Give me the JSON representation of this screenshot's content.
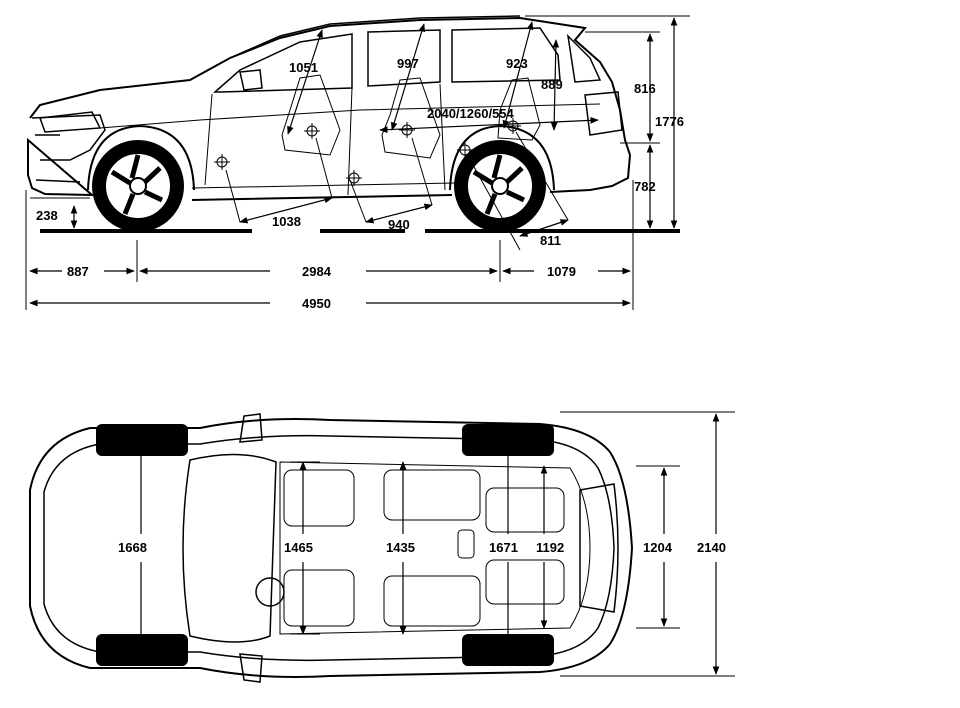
{
  "side_view": {
    "dimensions": {
      "headroom_front": "1051",
      "headroom_second": "997",
      "headroom_third": "923",
      "cargo_height": "889",
      "roof_to_sill": "816",
      "overall_height": "1776",
      "cargo_length": "2040/1260/554",
      "sill_height": "782",
      "ground_clearance": "238",
      "legroom_front": "1038",
      "legroom_second": "940",
      "legroom_third": "811",
      "front_overhang": "887",
      "wheelbase": "2984",
      "rear_overhang": "1079",
      "overall_length": "4950"
    }
  },
  "top_view": {
    "dimensions": {
      "front_track": "1668",
      "shoulder_front": "1465",
      "shoulder_second": "1435",
      "rear_track": "1671",
      "shoulder_third": "1192",
      "cargo_width": "1204",
      "overall_width": "2140"
    }
  }
}
